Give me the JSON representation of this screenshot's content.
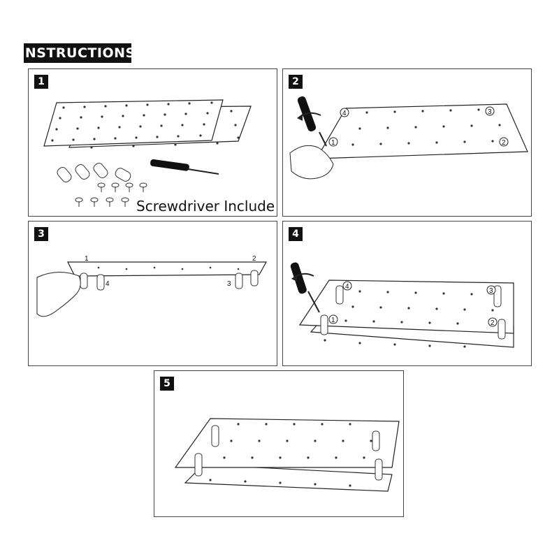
{
  "header": {
    "title": "INSTRUCTIONS"
  },
  "steps": [
    {
      "number": "1",
      "caption": "Screwdriver Include"
    },
    {
      "number": "2",
      "markers": [
        "1",
        "2",
        "3",
        "4"
      ]
    },
    {
      "number": "3",
      "markers": [
        "1",
        "2",
        "3",
        "4"
      ]
    },
    {
      "number": "4",
      "markers": [
        "1",
        "2",
        "3",
        "4"
      ]
    },
    {
      "number": "5"
    }
  ],
  "colors": {
    "ink": "#111111",
    "border": "#444444",
    "plate": "#ffffff"
  }
}
